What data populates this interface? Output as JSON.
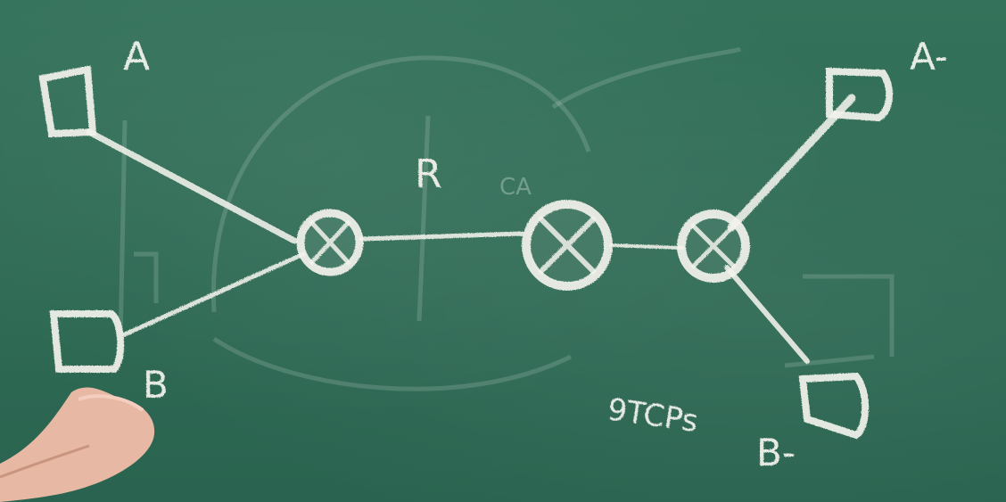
{
  "labels": {
    "a_left": "A",
    "b_left": "B",
    "r": "R",
    "ca": "CA",
    "a_right": "A-",
    "b_right": "B-",
    "note": "9TCPs"
  },
  "colors": {
    "board": "#2f6b55",
    "chalk": "#f2f2ee",
    "ghost": "#cfe2da"
  }
}
